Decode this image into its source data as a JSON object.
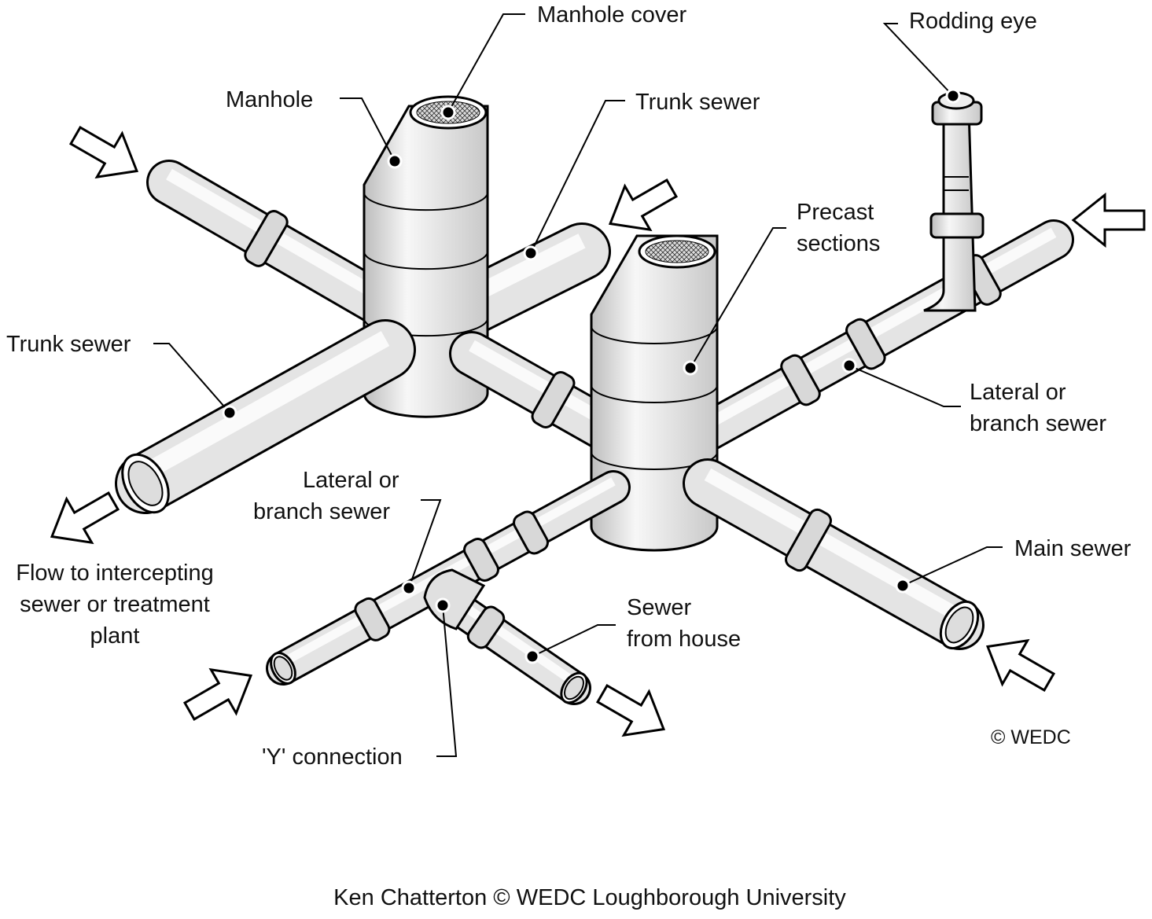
{
  "labels": {
    "manhole_cover": "Manhole cover",
    "rodding_eye": "Rodding eye",
    "manhole": "Manhole",
    "trunk_sewer_upper": "Trunk sewer",
    "precast_line1": "Precast",
    "precast_line2": "sections",
    "trunk_sewer_left": "Trunk sewer",
    "lateral_right_line1": "Lateral or",
    "lateral_right_line2": "branch sewer",
    "lateral_left_line1": "Lateral or",
    "lateral_left_line2": "branch sewer",
    "main_sewer": "Main sewer",
    "flow_line1": "Flow to intercepting",
    "flow_line2": "sewer or treatment",
    "flow_line3": "plant",
    "sewer_house_line1": "Sewer",
    "sewer_house_line2": "from house",
    "y_connection": "'Y' connection",
    "copyright_small": "©  WEDC"
  },
  "credit": "Ken Chatterton   ©  WEDC  Loughborough University",
  "colors": {
    "pipe_fill": "#e4e4e4",
    "outline": "#000000",
    "background": "#ffffff"
  }
}
